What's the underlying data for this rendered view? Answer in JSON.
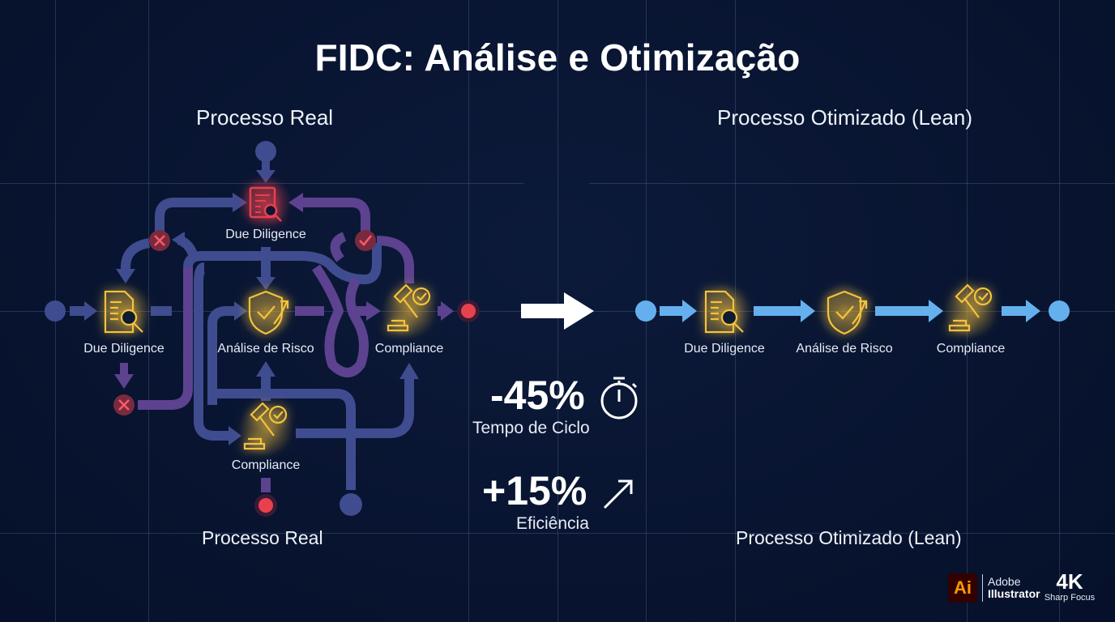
{
  "title": "FIDC: Análise e Otimização",
  "colors": {
    "background": "#081430",
    "grid": "#8ca5d2",
    "path_blue": "#3f4c8f",
    "path_purple": "#5c428f",
    "icon_gold": "#f5c23c",
    "icon_red": "#e8414e",
    "optimized_blue": "#64b0ee",
    "marker_red": "#e8414e"
  },
  "real_process": {
    "title_top": "Processo Real",
    "title_bottom": "Processo Real",
    "nodes": [
      {
        "id": "due-diligence-top",
        "label": "Due Diligence",
        "icon": "document-search-icon",
        "state": "error-red"
      },
      {
        "id": "due-diligence",
        "label": "Due Diligence",
        "icon": "document-search-icon",
        "state": "gold"
      },
      {
        "id": "analise-risco",
        "label": "Análise de Risco",
        "icon": "shield-check-icon",
        "state": "gold"
      },
      {
        "id": "compliance",
        "label": "Compliance",
        "icon": "gavel-check-icon",
        "state": "gold"
      },
      {
        "id": "compliance-bottom",
        "label": "Compliance",
        "icon": "gavel-check-icon",
        "state": "gold"
      }
    ],
    "decision_markers": [
      {
        "type": "reject",
        "icon": "x-icon"
      },
      {
        "type": "approve",
        "icon": "check-icon"
      },
      {
        "type": "reject",
        "icon": "x-icon"
      }
    ]
  },
  "transition_arrow": "arrow-right-icon",
  "metrics": [
    {
      "value": "-45%",
      "label": "Tempo de Ciclo",
      "icon": "stopwatch-icon"
    },
    {
      "value": "+15%",
      "label": "Eficiência",
      "icon": "arrow-up-right-icon"
    }
  ],
  "optimized_process": {
    "title_top": "Processo Otimizado (Lean)",
    "title_bottom": "Processo Otimizado (Lean)",
    "steps": [
      {
        "label": "Due Diligence",
        "icon": "document-search-icon"
      },
      {
        "label": "Análise de Risco",
        "icon": "shield-check-icon"
      },
      {
        "label": "Compliance",
        "icon": "gavel-check-icon"
      }
    ]
  },
  "branding": {
    "logo_text": "Ai",
    "line1": "Adobe",
    "line2": "Illustrator",
    "resolution": "4K",
    "resolution_sub": "Sharp Focus"
  }
}
